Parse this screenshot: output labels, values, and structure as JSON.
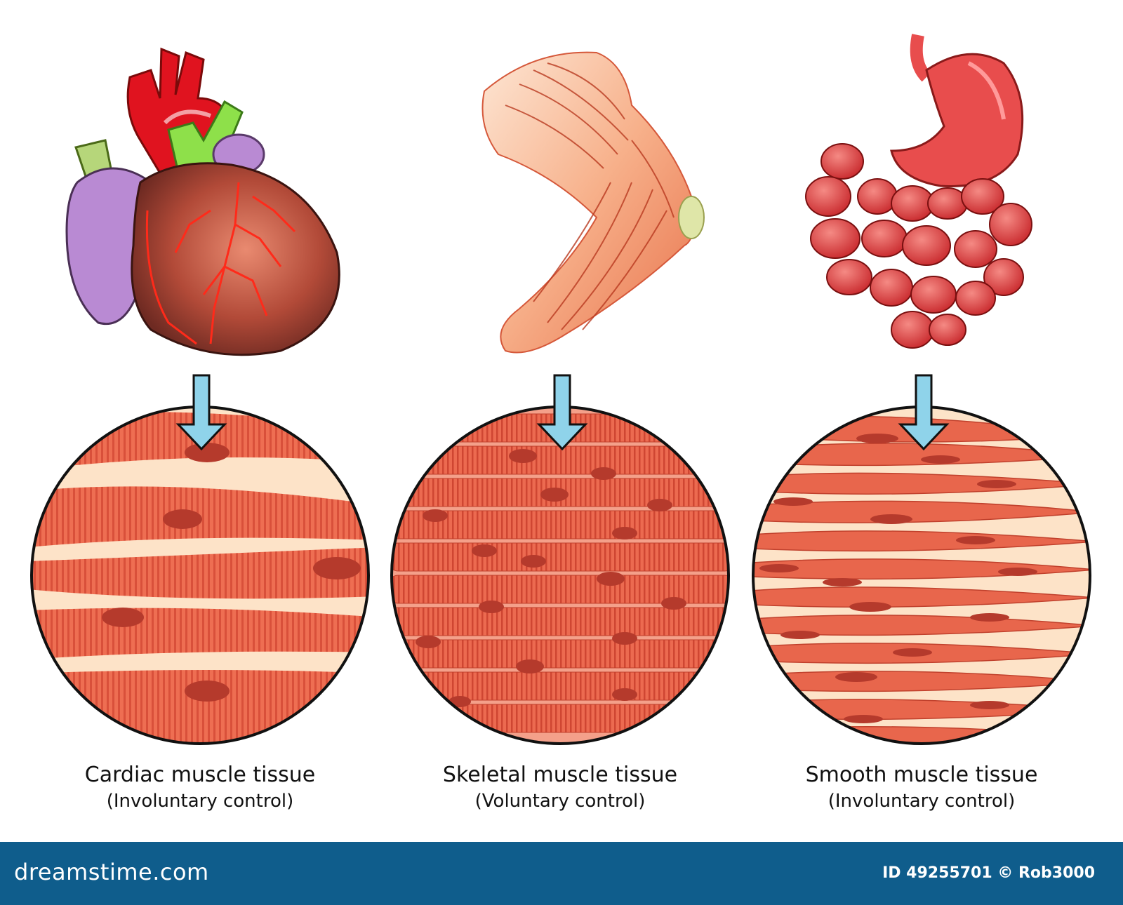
{
  "panels": [
    {
      "title": "Cardiac muscle tissue",
      "control": "(Involuntary control)",
      "organ_icon": "heart-icon",
      "tissue": "cardiac"
    },
    {
      "title": "Skeletal muscle tissue",
      "control": "(Voluntary control)",
      "organ_icon": "arm-muscle-icon",
      "tissue": "skeletal"
    },
    {
      "title": "Smooth muscle tissue",
      "control": "(Involuntary control)",
      "organ_icon": "digestive-organs-icon",
      "tissue": "smooth"
    }
  ],
  "footer": {
    "watermark": "dreamstime.com",
    "credit": "ID 49255701 © Rob3000"
  },
  "colors": {
    "tissue_base": "#f4a08a",
    "fiber": "#e8664c",
    "fiber_stripe": "#c9402c",
    "nucleus": "#b53a2c",
    "background_tissue": "#fde3c8",
    "arrow": "#8fd3ea",
    "footer_bar": "#0f5d8c",
    "heart": "#a8372f",
    "aorta": "#e0131f",
    "vessels_green": "#8ee04a",
    "atrium_purple": "#b98ad3",
    "stomach": "#e84d4d"
  }
}
